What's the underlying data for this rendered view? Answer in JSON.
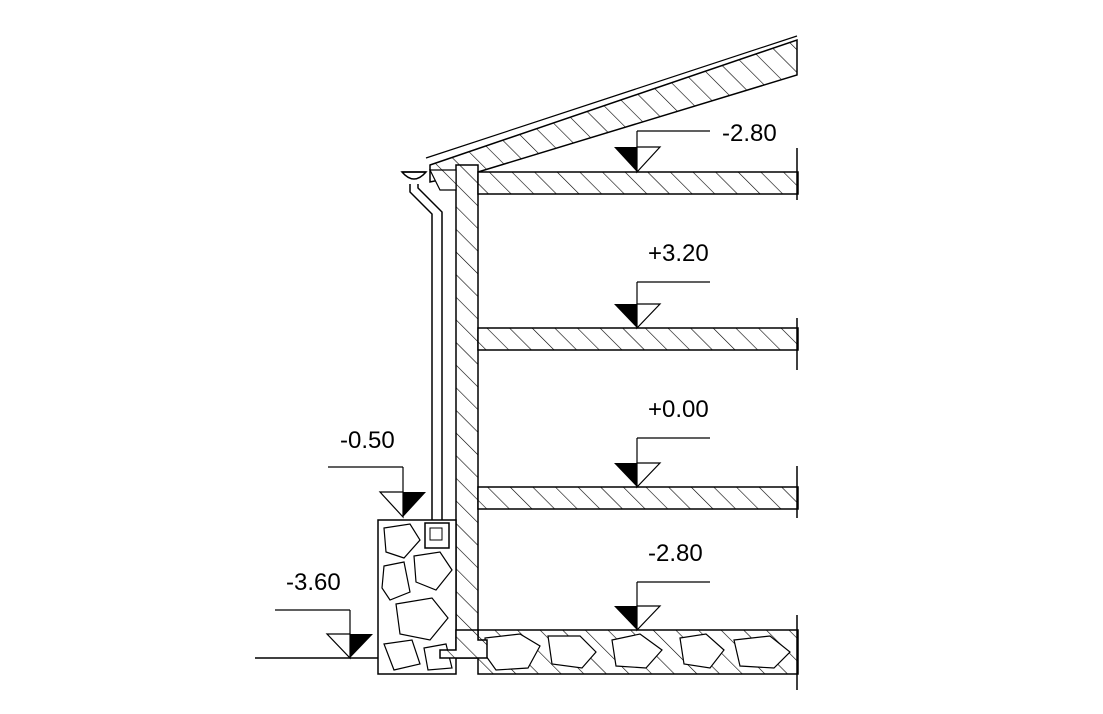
{
  "drawing": {
    "type": "building-section",
    "line_color": "#000000",
    "background": "#ffffff",
    "levels": [
      {
        "id": "roof-level",
        "label": "-2.80"
      },
      {
        "id": "upper-floor-level",
        "label": "+3.20"
      },
      {
        "id": "ground-floor-level",
        "label": "+0.00"
      },
      {
        "id": "basement-floor-level",
        "label": "-2.80"
      },
      {
        "id": "exterior-ground-level",
        "label": "-0.50"
      },
      {
        "id": "footing-level",
        "label": "-3.60"
      }
    ]
  }
}
